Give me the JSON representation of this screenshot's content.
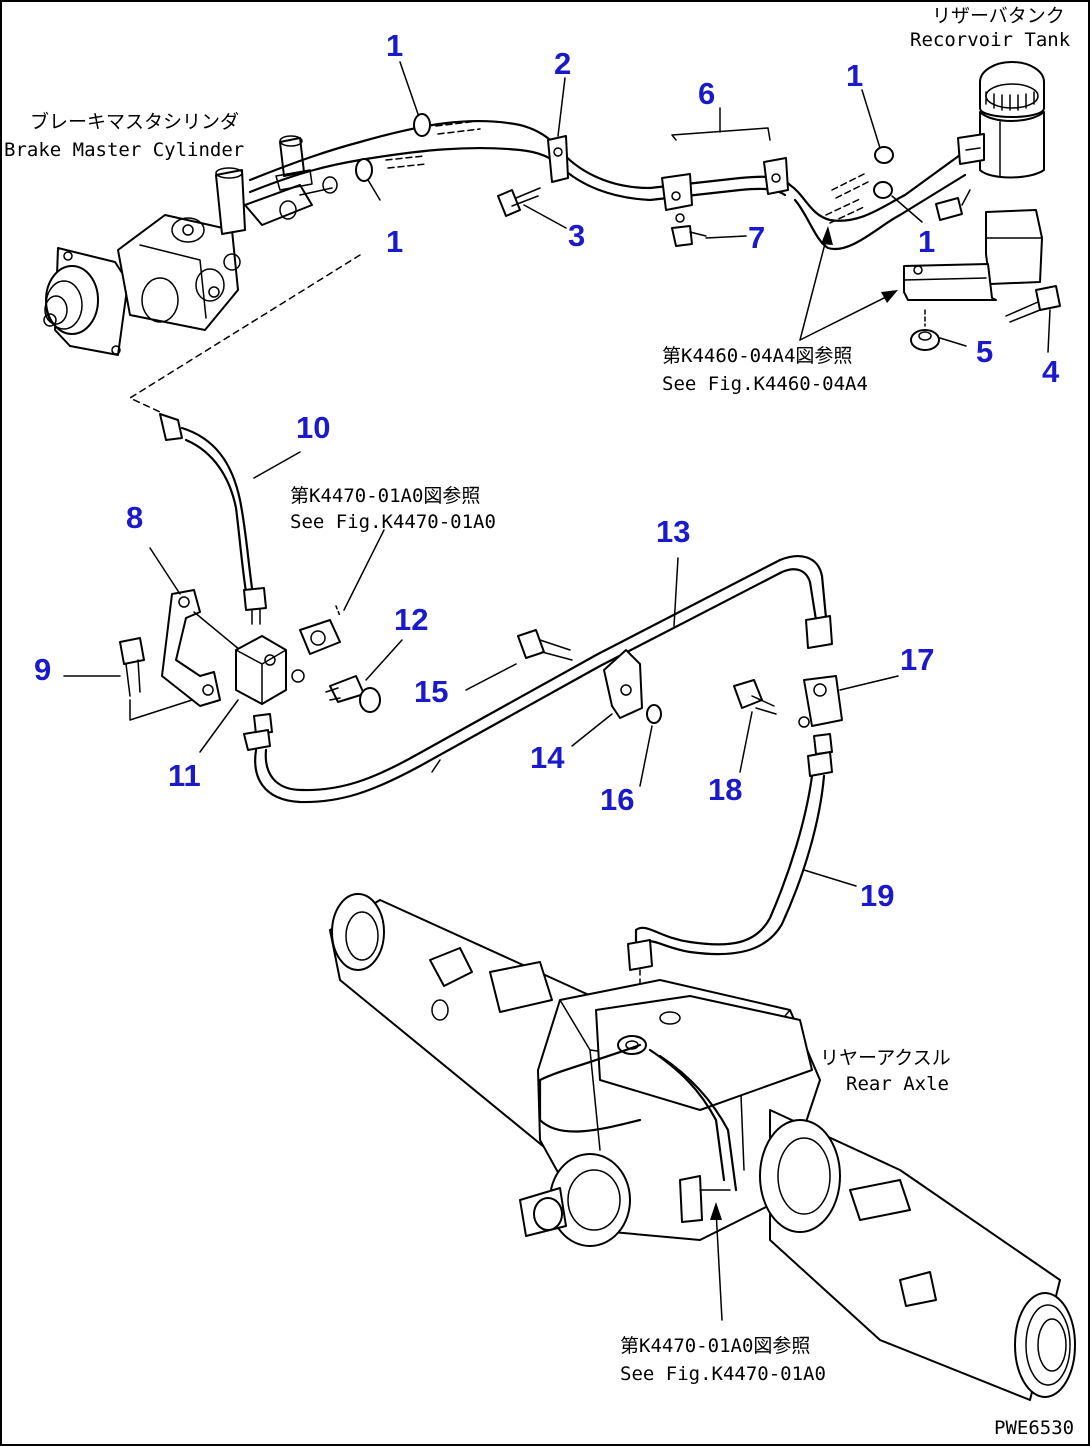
{
  "labels": {
    "reservoir_tank_jp": "リザーバタンク",
    "reservoir_tank_en": "Recorvoir Tank",
    "brake_master_jp": "ブレーキマスタシリンダ",
    "brake_master_en": "Brake Master Cylinder",
    "rear_axle_jp": "リヤーアクスル",
    "rear_axle_en": "Rear Axle",
    "ref_a_jp": "第K4460-04A4図参照",
    "ref_a_en": "See Fig.K4460-04A4",
    "ref_b_jp": "第K4470-01A0図参照",
    "ref_b_en": "See Fig.K4470-01A0",
    "ref_c_jp": "第K4470-01A0図参照",
    "ref_c_en": "See Fig.K4470-01A0",
    "drawing_no": "PWE6530"
  },
  "part_numbers": [
    "1",
    "1",
    "1",
    "1",
    "2",
    "3",
    "4",
    "5",
    "6",
    "7",
    "8",
    "9",
    "10",
    "11",
    "12",
    "13",
    "14",
    "15",
    "16",
    "17",
    "18",
    "19"
  ],
  "colors": {
    "callout": "#1a1acc",
    "line": "#000000",
    "background": "#ffffff"
  }
}
